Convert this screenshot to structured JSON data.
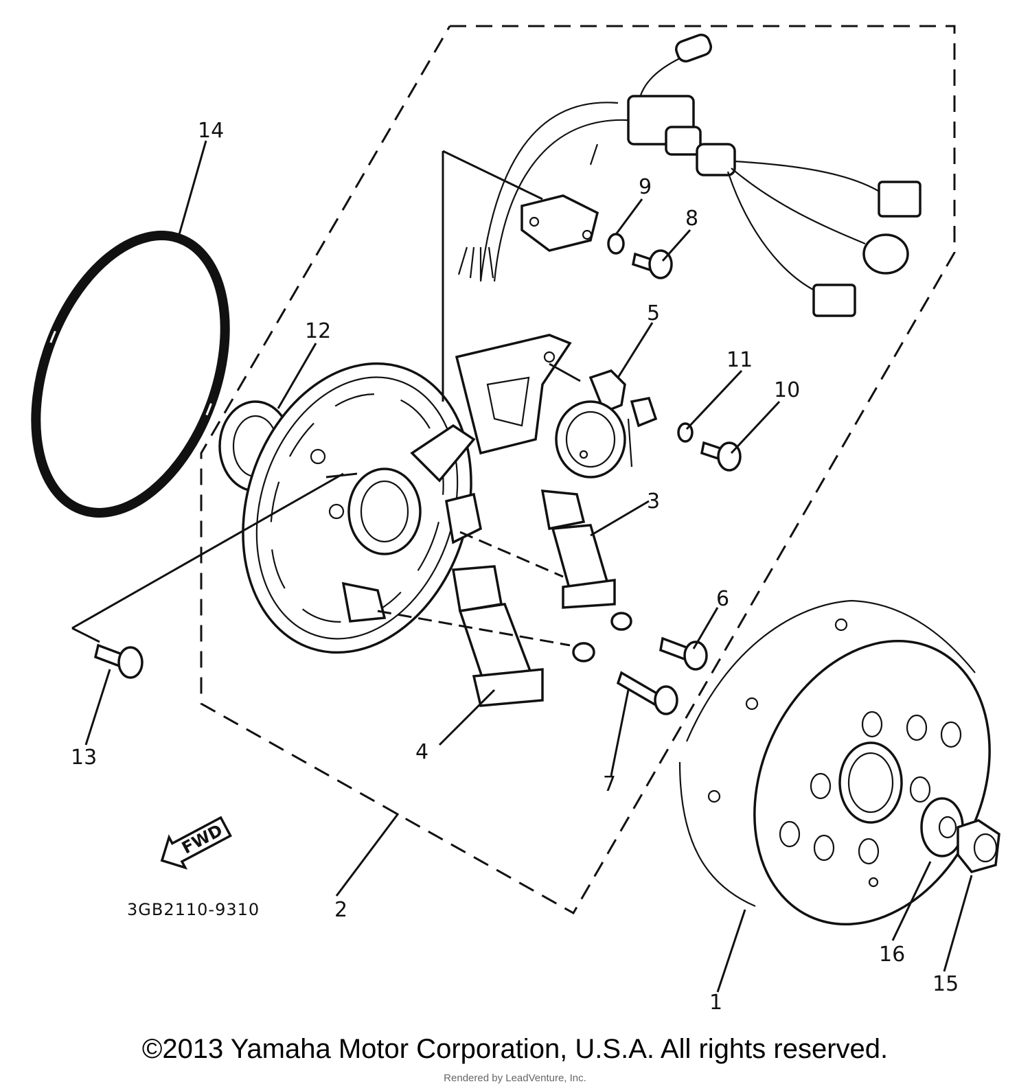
{
  "diagram": {
    "part_code": "3GB2110-9310",
    "fwd_label": "FWD",
    "callouts": [
      {
        "id": "1",
        "text": "1"
      },
      {
        "id": "2",
        "text": "2"
      },
      {
        "id": "3",
        "text": "3"
      },
      {
        "id": "4",
        "text": "4"
      },
      {
        "id": "5",
        "text": "5"
      },
      {
        "id": "6",
        "text": "6"
      },
      {
        "id": "7",
        "text": "7"
      },
      {
        "id": "8",
        "text": "8"
      },
      {
        "id": "9",
        "text": "9"
      },
      {
        "id": "10",
        "text": "10"
      },
      {
        "id": "11",
        "text": "11"
      },
      {
        "id": "12",
        "text": "12"
      },
      {
        "id": "13",
        "text": "13"
      },
      {
        "id": "14",
        "text": "14"
      },
      {
        "id": "15",
        "text": "15"
      },
      {
        "id": "16",
        "text": "16"
      }
    ]
  },
  "footer": {
    "copyright": "©2013 Yamaha Motor Corporation, U.S.A. All rights reserved.",
    "rendered_by": "Rendered by LeadVenture, Inc."
  }
}
